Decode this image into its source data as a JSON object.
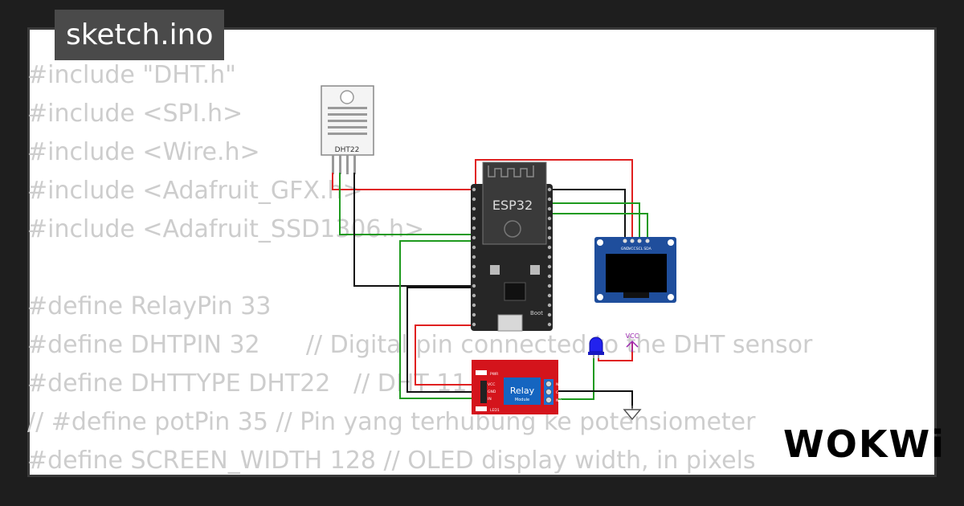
{
  "file_tab": {
    "label": "sketch.ino"
  },
  "code_lines": [
    "#include \"DHT.h\"",
    "#include <SPI.h>",
    "#include <Wire.h>",
    "#include <Adafruit_GFX.h>",
    "#include <Adafruit_SSD1306.h>",
    "",
    "#define RelayPin 33",
    "#define DHTPIN 32      // Digital pin connected to the DHT sensor",
    "#define DHTTYPE DHT22   // DHT 11",
    "// #define potPin 35 // Pin yang terhubung ke potensiometer",
    "#define SCREEN_WIDTH 128 // OLED display width, in pixels"
  ],
  "diagram": {
    "sensor_label": "DHT22",
    "mcu_label": "ESP32",
    "relay_label": "Relay",
    "relay_sublabel": "Module",
    "relay_pins": [
      "VCC",
      "GND",
      "IN"
    ],
    "relay_terminals": [
      "NC",
      "C",
      "NO"
    ],
    "relay_leds": [
      "PWR",
      "LED1"
    ],
    "oled_pins": [
      "GND",
      "VCC",
      "SCL",
      "SDA"
    ],
    "vcc_label": "VCC",
    "board_marking": "Boot"
  },
  "colors": {
    "wire_red": "#e02020",
    "wire_green": "#1e9a1e",
    "wire_black": "#111111",
    "relay_red": "#d4141c",
    "oled_blue": "#1f4e9c",
    "led_blue": "#2222ee"
  },
  "brand": {
    "text": "WOKWi"
  }
}
